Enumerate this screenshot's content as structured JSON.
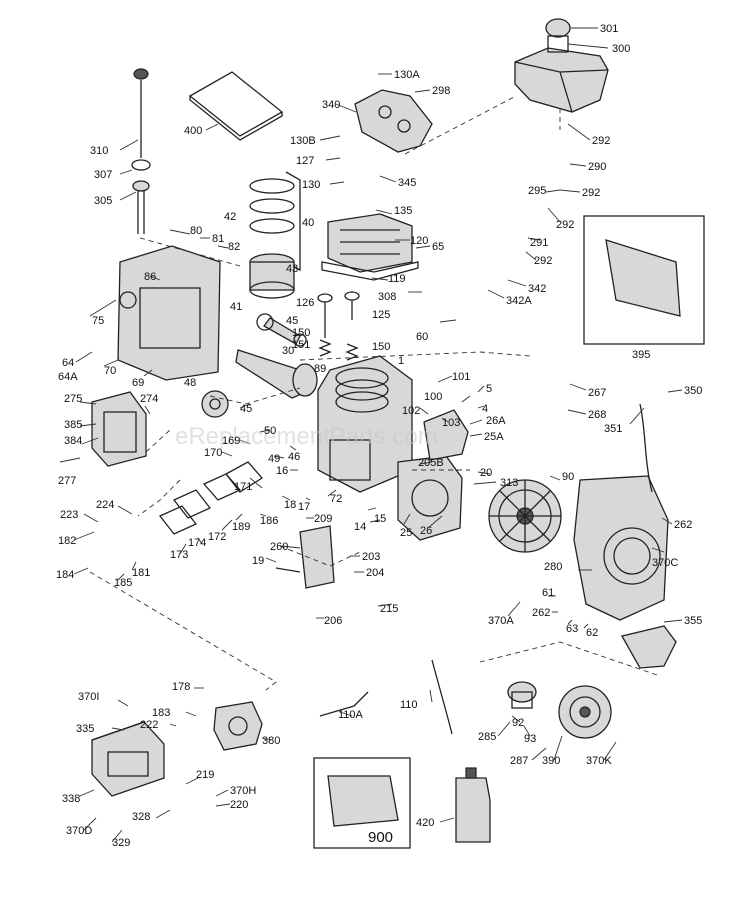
{
  "watermark": "eReplacementParts.com",
  "callouts": [
    {
      "id": "c301",
      "label": "301"
    },
    {
      "id": "c300",
      "label": "300"
    },
    {
      "id": "c130A",
      "label": "130A"
    },
    {
      "id": "c298",
      "label": "298"
    },
    {
      "id": "c340",
      "label": "340"
    },
    {
      "id": "c400",
      "label": "400"
    },
    {
      "id": "c310",
      "label": "310"
    },
    {
      "id": "c307",
      "label": "307"
    },
    {
      "id": "c305",
      "label": "305"
    },
    {
      "id": "c130B",
      "label": "130B"
    },
    {
      "id": "c127",
      "label": "127"
    },
    {
      "id": "c130",
      "label": "130"
    },
    {
      "id": "c345",
      "label": "345"
    },
    {
      "id": "c135",
      "label": "135"
    },
    {
      "id": "c120",
      "label": "120"
    },
    {
      "id": "c65",
      "label": "65"
    },
    {
      "id": "c119",
      "label": "119"
    },
    {
      "id": "c308",
      "label": "308"
    },
    {
      "id": "c42",
      "label": "42"
    },
    {
      "id": "c40",
      "label": "40"
    },
    {
      "id": "c43",
      "label": "43"
    },
    {
      "id": "c41",
      "label": "41"
    },
    {
      "id": "c80",
      "label": "80"
    },
    {
      "id": "c81",
      "label": "81"
    },
    {
      "id": "c82",
      "label": "82"
    },
    {
      "id": "c86",
      "label": "86"
    },
    {
      "id": "c75",
      "label": "75"
    },
    {
      "id": "c70",
      "label": "70"
    },
    {
      "id": "c64",
      "label": "64"
    },
    {
      "id": "c64A",
      "label": "64A"
    },
    {
      "id": "c69",
      "label": "69"
    },
    {
      "id": "c126",
      "label": "126"
    },
    {
      "id": "c125",
      "label": "125"
    },
    {
      "id": "c45",
      "label": "45"
    },
    {
      "id": "c150a",
      "label": "150"
    },
    {
      "id": "c151",
      "label": "151"
    },
    {
      "id": "c150b",
      "label": "150"
    },
    {
      "id": "c30",
      "label": "30"
    },
    {
      "id": "c1",
      "label": "1"
    },
    {
      "id": "c89",
      "label": "89"
    },
    {
      "id": "c48",
      "label": "48"
    },
    {
      "id": "c292a",
      "label": "292"
    },
    {
      "id": "c290",
      "label": "290"
    },
    {
      "id": "c295",
      "label": "295"
    },
    {
      "id": "c292b",
      "label": "292"
    },
    {
      "id": "c292c",
      "label": "292"
    },
    {
      "id": "c291",
      "label": "291"
    },
    {
      "id": "c292d",
      "label": "292"
    },
    {
      "id": "c342",
      "label": "342"
    },
    {
      "id": "c342A",
      "label": "342A"
    },
    {
      "id": "c60",
      "label": "60"
    },
    {
      "id": "c395",
      "label": "395"
    },
    {
      "id": "c267",
      "label": "267"
    },
    {
      "id": "c268",
      "label": "268"
    },
    {
      "id": "c350",
      "label": "350"
    },
    {
      "id": "c351",
      "label": "351"
    },
    {
      "id": "c101",
      "label": "101"
    },
    {
      "id": "c100",
      "label": "100"
    },
    {
      "id": "c5",
      "label": "5"
    },
    {
      "id": "c4",
      "label": "4"
    },
    {
      "id": "c102",
      "label": "102"
    },
    {
      "id": "c103",
      "label": "103"
    },
    {
      "id": "c26A",
      "label": "26A"
    },
    {
      "id": "c25A",
      "label": "25A"
    },
    {
      "id": "c275",
      "label": "275"
    },
    {
      "id": "c274",
      "label": "274"
    },
    {
      "id": "c45b",
      "label": "45"
    },
    {
      "id": "c385",
      "label": "385"
    },
    {
      "id": "c384",
      "label": "384"
    },
    {
      "id": "c277",
      "label": "277"
    },
    {
      "id": "c170",
      "label": "170"
    },
    {
      "id": "c169",
      "label": "169"
    },
    {
      "id": "c50",
      "label": "50"
    },
    {
      "id": "c49",
      "label": "49"
    },
    {
      "id": "c46",
      "label": "46"
    },
    {
      "id": "c16",
      "label": "16"
    },
    {
      "id": "c205B",
      "label": "205B"
    },
    {
      "id": "c20",
      "label": "20"
    },
    {
      "id": "c313",
      "label": "313"
    },
    {
      "id": "c90",
      "label": "90"
    },
    {
      "id": "c223",
      "label": "223"
    },
    {
      "id": "c224",
      "label": "224"
    },
    {
      "id": "c182",
      "label": "182"
    },
    {
      "id": "c171",
      "label": "171"
    },
    {
      "id": "c18",
      "label": "18"
    },
    {
      "id": "c17",
      "label": "17"
    },
    {
      "id": "c72",
      "label": "72"
    },
    {
      "id": "c15",
      "label": "15"
    },
    {
      "id": "c14",
      "label": "14"
    },
    {
      "id": "c25",
      "label": "25"
    },
    {
      "id": "c26",
      "label": "26"
    },
    {
      "id": "c262a",
      "label": "262"
    },
    {
      "id": "c172",
      "label": "172"
    },
    {
      "id": "c189",
      "label": "189"
    },
    {
      "id": "c186",
      "label": "186"
    },
    {
      "id": "c209",
      "label": "209"
    },
    {
      "id": "c173",
      "label": "173"
    },
    {
      "id": "c174",
      "label": "174"
    },
    {
      "id": "c185",
      "label": "185"
    },
    {
      "id": "c181",
      "label": "181"
    },
    {
      "id": "c184",
      "label": "184"
    },
    {
      "id": "c260",
      "label": "260"
    },
    {
      "id": "c19",
      "label": "19"
    },
    {
      "id": "c203",
      "label": "203"
    },
    {
      "id": "c204",
      "label": "204"
    },
    {
      "id": "c280",
      "label": "280"
    },
    {
      "id": "c370C",
      "label": "370C"
    },
    {
      "id": "c61",
      "label": "61"
    },
    {
      "id": "c262b",
      "label": "262"
    },
    {
      "id": "c63",
      "label": "63"
    },
    {
      "id": "c62",
      "label": "62"
    },
    {
      "id": "c370A",
      "label": "370A"
    },
    {
      "id": "c215",
      "label": "215"
    },
    {
      "id": "c206",
      "label": "206"
    },
    {
      "id": "c355",
      "label": "355"
    },
    {
      "id": "c370I",
      "label": "370I"
    },
    {
      "id": "c178",
      "label": "178"
    },
    {
      "id": "c335",
      "label": "335"
    },
    {
      "id": "c222",
      "label": "222"
    },
    {
      "id": "c183",
      "label": "183"
    },
    {
      "id": "c380",
      "label": "380"
    },
    {
      "id": "c110",
      "label": "110"
    },
    {
      "id": "c110A",
      "label": "110A"
    },
    {
      "id": "c285",
      "label": "285"
    },
    {
      "id": "c92",
      "label": "92"
    },
    {
      "id": "c93",
      "label": "93"
    },
    {
      "id": "c287",
      "label": "287"
    },
    {
      "id": "c390",
      "label": "390"
    },
    {
      "id": "c370K",
      "label": "370K"
    },
    {
      "id": "c338",
      "label": "338"
    },
    {
      "id": "c219",
      "label": "219"
    },
    {
      "id": "c370H",
      "label": "370H"
    },
    {
      "id": "c220",
      "label": "220"
    },
    {
      "id": "c328",
      "label": "328"
    },
    {
      "id": "c370D",
      "label": "370D"
    },
    {
      "id": "c329",
      "label": "329"
    },
    {
      "id": "c420",
      "label": "420"
    },
    {
      "id": "c900",
      "label": "900"
    }
  ]
}
